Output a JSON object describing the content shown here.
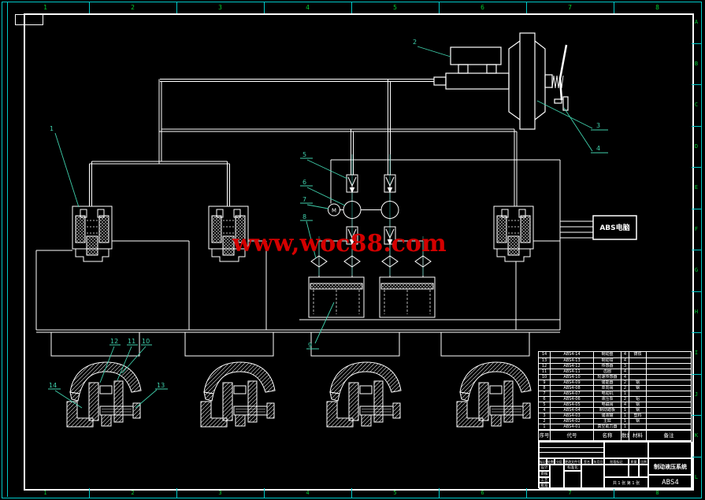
{
  "watermark": "www,woc88.com",
  "colors": {
    "background": "#000000",
    "line": "#ffffff",
    "border_cyan": "#00c8c8",
    "zone_green": "#00cc33",
    "leader_teal": "#3fd0ac",
    "watermark_red": "#d40000"
  },
  "border": {
    "top_zones": [
      "1",
      "2",
      "3",
      "4",
      "5",
      "6",
      "7",
      "8"
    ],
    "bottom_zones": [
      "1",
      "2",
      "3",
      "4",
      "5",
      "6",
      "7",
      "8"
    ],
    "right_zones": [
      "A",
      "B",
      "C",
      "D",
      "E",
      "F",
      "G",
      "H",
      "I",
      "J",
      "K",
      "L"
    ]
  },
  "abs_unit": {
    "label": "ABS电脑"
  },
  "motor_label": "M",
  "balloons": {
    "b1": "1",
    "b2": "2",
    "b3": "3",
    "b4": "4",
    "b5": "5",
    "b6": "6",
    "b7": "7",
    "b8": "8",
    "b9": "9",
    "b10": "10",
    "b11": "11",
    "b12": "12",
    "b13": "13",
    "b14": "14"
  },
  "parts_table": {
    "headers": {
      "no": "序号",
      "code": "代号",
      "name": "名称",
      "qty": "数量",
      "material": "材料",
      "remark": "备注"
    },
    "rows": [
      {
        "no": "14",
        "code": "ABS4-14",
        "name": "制动盘",
        "qty": "4",
        "material": "铸铁",
        "remark": ""
      },
      {
        "no": "13",
        "code": "ABS4-13",
        "name": "制动钳",
        "qty": "4",
        "material": "",
        "remark": ""
      },
      {
        "no": "12",
        "code": "ABS4-12",
        "name": "传感器",
        "qty": "3",
        "material": "",
        "remark": ""
      },
      {
        "no": "11",
        "code": "ABS4-11",
        "name": "齿圈",
        "qty": "4",
        "material": "",
        "remark": ""
      },
      {
        "no": "10",
        "code": "ABS4-10",
        "name": "轮速传感器",
        "qty": "4",
        "material": "",
        "remark": ""
      },
      {
        "no": "9",
        "code": "ABS4-09",
        "name": "储能器",
        "qty": "2",
        "material": "钢",
        "remark": ""
      },
      {
        "no": "8",
        "code": "ABS4-08",
        "name": "单向阀",
        "qty": "2",
        "material": "钢",
        "remark": ""
      },
      {
        "no": "7",
        "code": "ABS4-07",
        "name": "电动机",
        "qty": "1",
        "material": "",
        "remark": ""
      },
      {
        "no": "6",
        "code": "ABS4-06",
        "name": "液压泵",
        "qty": "2",
        "material": "铝",
        "remark": ""
      },
      {
        "no": "5",
        "code": "ABS4-05",
        "name": "电磁阀",
        "qty": "4",
        "material": "钢",
        "remark": ""
      },
      {
        "no": "4",
        "code": "ABS4-04",
        "name": "制动踏板",
        "qty": "1",
        "material": "钢",
        "remark": ""
      },
      {
        "no": "3",
        "code": "ABS4-03",
        "name": "储液罐",
        "qty": "1",
        "material": "塑料",
        "remark": ""
      },
      {
        "no": "2",
        "code": "ABS4-02",
        "name": "主缸",
        "qty": "1",
        "material": "钢",
        "remark": ""
      },
      {
        "no": "1",
        "code": "ABS4-01",
        "name": "真空助力器",
        "qty": "1",
        "material": "",
        "remark": ""
      }
    ]
  },
  "title_block": {
    "mark": "标记",
    "count": "处数",
    "zone": "分区",
    "change_doc": "更改文件号",
    "sign": "签名",
    "date": "年月日",
    "design": "设计",
    "review": "审核",
    "process": "工艺",
    "approve": "批准",
    "standardize": "标准化",
    "stage": "阶段标记",
    "mass": "质量",
    "scale": "比例",
    "sheet_note": "共 1 张 第 1 张",
    "title": "制动液压系统",
    "drawing_no": "ABS4"
  }
}
